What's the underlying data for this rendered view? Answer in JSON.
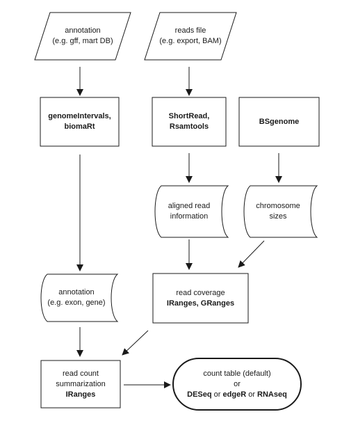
{
  "nodes": {
    "annotation_input": {
      "line1": "annotation",
      "line2": "(e.g. gff, mart DB)"
    },
    "reads_file": {
      "line1": "reads file",
      "line2": "(e.g. export, BAM)"
    },
    "genome_intervals": {
      "line1": "genomeIntervals,",
      "line2": "biomaRt"
    },
    "shortread": {
      "line1": "ShortRead,",
      "line2": "Rsamtools"
    },
    "bsgenome": {
      "line1": "BSgenome"
    },
    "aligned_read": {
      "line1": "aligned read",
      "line2": "information"
    },
    "chromosome_sizes": {
      "line1": "chromosome",
      "line2": "sizes"
    },
    "annotation_exon": {
      "line1": "annotation",
      "line2": "(e.g. exon, gene)"
    },
    "read_coverage": {
      "line1": "read coverage",
      "line2": "IRanges, GRanges"
    },
    "read_count": {
      "line1": "read count",
      "line2": "summarization",
      "line3": "IRanges"
    },
    "count_table": {
      "line1": "count table (default)",
      "line2": "or",
      "pkg1": "DESeq",
      "sep1": " or ",
      "pkg2": "edgeR",
      "sep2": " or ",
      "pkg3": "RNAseq"
    }
  },
  "colors": {
    "stroke": "#1a1a1a",
    "fill": "#ffffff"
  }
}
